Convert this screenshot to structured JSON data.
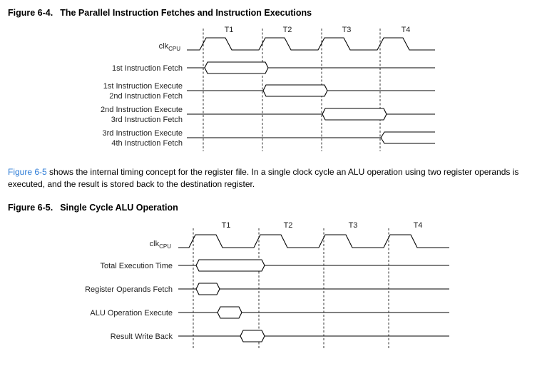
{
  "figure_6_4": {
    "number": "Figure 6-4.",
    "title": "The Parallel Instruction Fetches and Instruction Executions",
    "periods": [
      "T1",
      "T2",
      "T3",
      "T4"
    ],
    "clock_label": "clk",
    "clock_sub": "CPU",
    "signals": [
      {
        "lines": [
          "1st Instruction Fetch"
        ]
      },
      {
        "lines": [
          "1st Instruction Execute",
          "2nd Instruction Fetch"
        ]
      },
      {
        "lines": [
          "2nd Instruction Execute",
          "3rd Instruction Fetch"
        ]
      },
      {
        "lines": [
          "3rd Instruction Execute",
          "4th Instruction Fetch"
        ]
      }
    ]
  },
  "paragraph": {
    "link": "Figure 6-5",
    "text": " shows the internal timing concept for the register file. In a single clock cycle an ALU operation using two register operands is executed, and the result is stored back to the destination register."
  },
  "figure_6_5": {
    "number": "Figure 6-5.",
    "title": "Single Cycle ALU Operation",
    "periods": [
      "T1",
      "T2",
      "T3",
      "T4"
    ],
    "clock_label": "clk",
    "clock_sub": "CPU",
    "signals": [
      {
        "lines": [
          "Total Execution Time"
        ]
      },
      {
        "lines": [
          "Register Operands Fetch"
        ]
      },
      {
        "lines": [
          "ALU Operation Execute"
        ]
      },
      {
        "lines": [
          "Result Write Back"
        ]
      }
    ]
  }
}
